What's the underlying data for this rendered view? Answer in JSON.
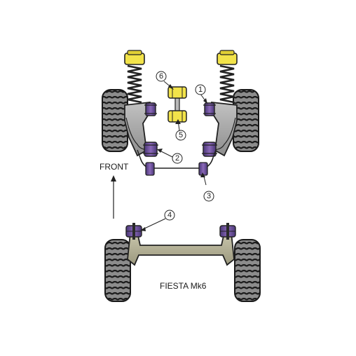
{
  "diagram": {
    "direction_label": "FRONT",
    "model_label": "FIESTA Mk6",
    "callouts": [
      "1",
      "2",
      "3",
      "4",
      "5",
      "6"
    ]
  },
  "colors": {
    "bush_purple": "#7b5aa6",
    "bush_purple_dark": "#3f2d66",
    "spring_yellow": "#f2e34a",
    "tyre_grey": "#8a8a8a",
    "arm_grey": "#a9a9a9",
    "beam_khaki": "#b3b096"
  },
  "icons": [
    "arrow-up-icon"
  ]
}
